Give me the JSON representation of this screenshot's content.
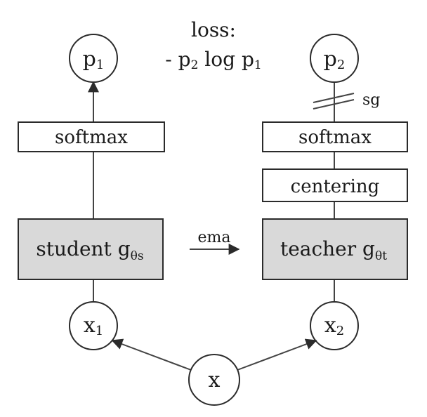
{
  "loss": {
    "title": "loss:",
    "formula_prefix": "- p",
    "formula_sub1": "2",
    "formula_mid": " log p",
    "formula_sub2": "1"
  },
  "student": {
    "output_base": "p",
    "output_sub": "1",
    "softmax_label": "softmax",
    "network_label": "student g",
    "network_sub": "θs",
    "input_base": "x",
    "input_sub": "1"
  },
  "teacher": {
    "output_base": "p",
    "output_sub": "2",
    "stop_grad_label": "sg",
    "softmax_label": "softmax",
    "centering_label": "centering",
    "network_label": "teacher g",
    "network_sub": "θt",
    "input_base": "x",
    "input_sub": "2"
  },
  "ema_label": "ema",
  "source_input": "x",
  "colors": {
    "network_fill": "#d9d9d9",
    "stroke": "#2b2b2b"
  }
}
